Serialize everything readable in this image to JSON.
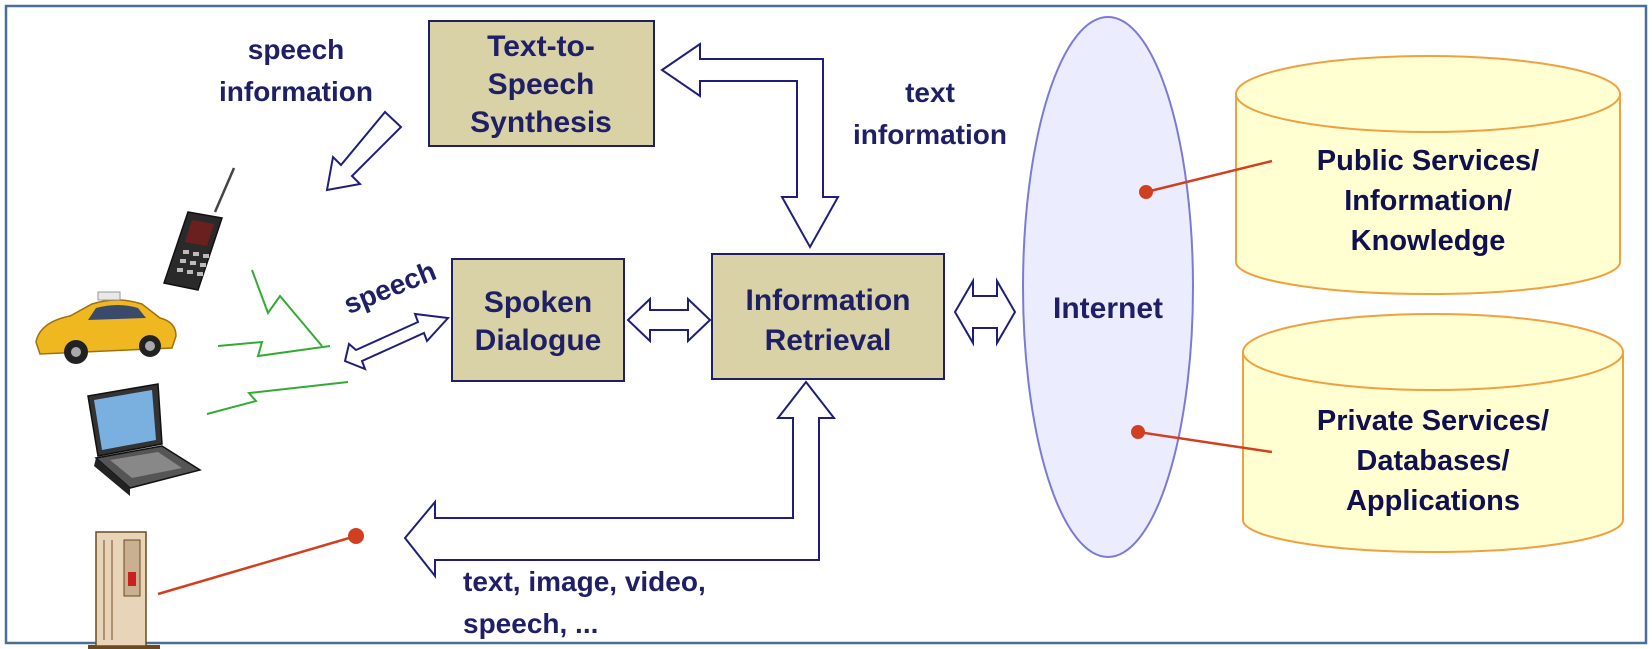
{
  "labels": {
    "speech_information": [
      "speech",
      "information"
    ],
    "text_information": [
      "text",
      "information"
    ],
    "speech": "speech",
    "output_media": [
      "text, image, video,",
      "speech, ..."
    ]
  },
  "boxes": {
    "tts": [
      "Text-to-",
      "Speech",
      "Synthesis"
    ],
    "spoken_dialogue": [
      "Spoken",
      "Dialogue"
    ],
    "information_retrieval": [
      "Information",
      "Retrieval"
    ]
  },
  "internet": "Internet",
  "databases": {
    "public": [
      "Public Services/",
      "Information/",
      "Knowledge"
    ],
    "private": [
      "Private Services/",
      "Databases/",
      "Applications"
    ]
  },
  "devices": [
    "mobile-phone-icon",
    "car-icon",
    "laptop-icon",
    "kiosk-terminal-icon"
  ],
  "colors": {
    "frame": "#4a6f96",
    "box_fill": "#d8d2a6",
    "box_stroke": "#1f1f66",
    "text": "#1f1f66",
    "arrow_stroke": "#1f1f7a",
    "internet_fill": "#ececff",
    "internet_stroke": "#7b7bd6",
    "db_fill": "#ffffd2",
    "db_stroke": "#f0a040",
    "connector": "#d04020",
    "signal": "#33aa33"
  }
}
